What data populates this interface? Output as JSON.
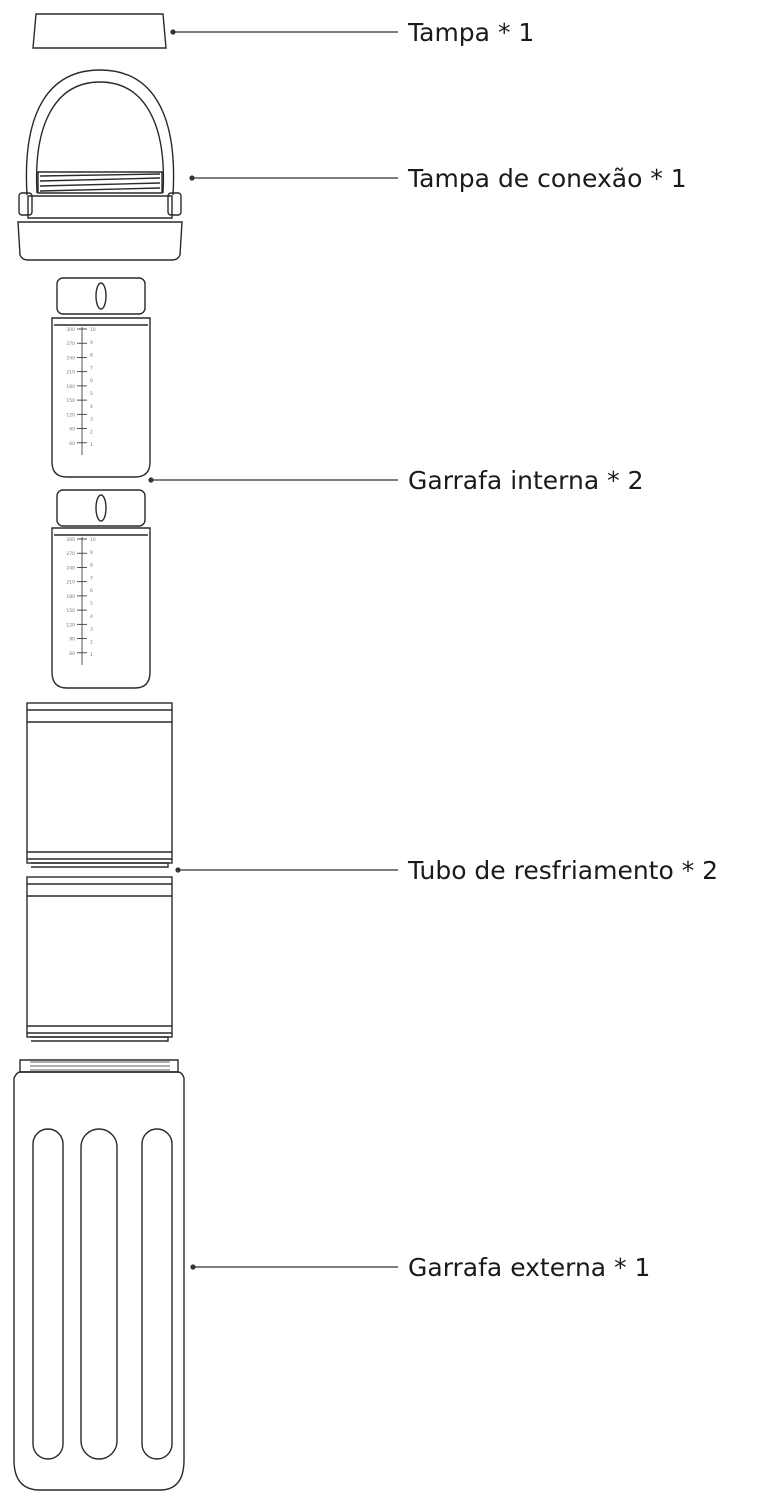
{
  "parts": [
    {
      "id": "lid",
      "label": "Tampa * 1"
    },
    {
      "id": "connection-cap",
      "label": "Tampa de conexão * 1"
    },
    {
      "id": "inner-bottle",
      "label": "Garrafa interna * 2"
    },
    {
      "id": "cooling-tube",
      "label": "Tubo de resfriamento * 2"
    },
    {
      "id": "outer-bottle",
      "label": "Garrafa externa * 1"
    }
  ],
  "scale_marks": [
    "300",
    "270",
    "240",
    "210",
    "180",
    "150",
    "120",
    "90",
    "60",
    "10",
    "9",
    "8",
    "7",
    "6",
    "5",
    "4",
    "3",
    "2",
    "1"
  ]
}
